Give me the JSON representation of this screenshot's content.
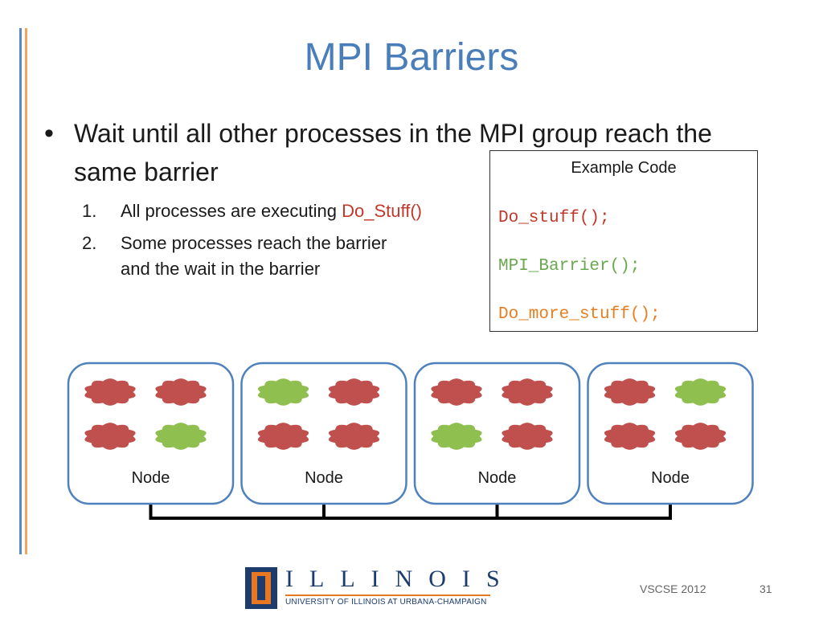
{
  "slide": {
    "title": "MPI Barriers",
    "bullet_symbol": "•",
    "bullet_text": "Wait until all other processes in the MPI group reach the same barrier",
    "steps": [
      {
        "num": "1.",
        "text": "All processes are executing ",
        "highlight": "Do_Stuff()"
      },
      {
        "num": "2.",
        "line1": "Some processes reach the barrier",
        "line2": "and the wait in the barrier"
      }
    ]
  },
  "code_box": {
    "title": "Example Code",
    "lines": [
      "Do_stuff();",
      "MPI_Barrier();",
      "Do_more_stuff();"
    ]
  },
  "diagram": {
    "nodes": [
      {
        "label": "Node",
        "processes": [
          "red",
          "red",
          "red",
          "green"
        ]
      },
      {
        "label": "Node",
        "processes": [
          "green",
          "red",
          "red",
          "red"
        ]
      },
      {
        "label": "Node",
        "processes": [
          "red",
          "red",
          "green",
          "red"
        ]
      },
      {
        "label": "Node",
        "processes": [
          "red",
          "green",
          "red",
          "red"
        ]
      }
    ],
    "colors": {
      "red": "#c0504d",
      "green": "#8fbf4f",
      "node_border": "#4f81bd"
    }
  },
  "footer": {
    "logo_word": "ILLINOIS",
    "logo_sub": "UNIVERSITY OF ILLINOIS AT URBANA-CHAMPAIGN",
    "conference": "VSCSE 2012",
    "page": "31"
  }
}
